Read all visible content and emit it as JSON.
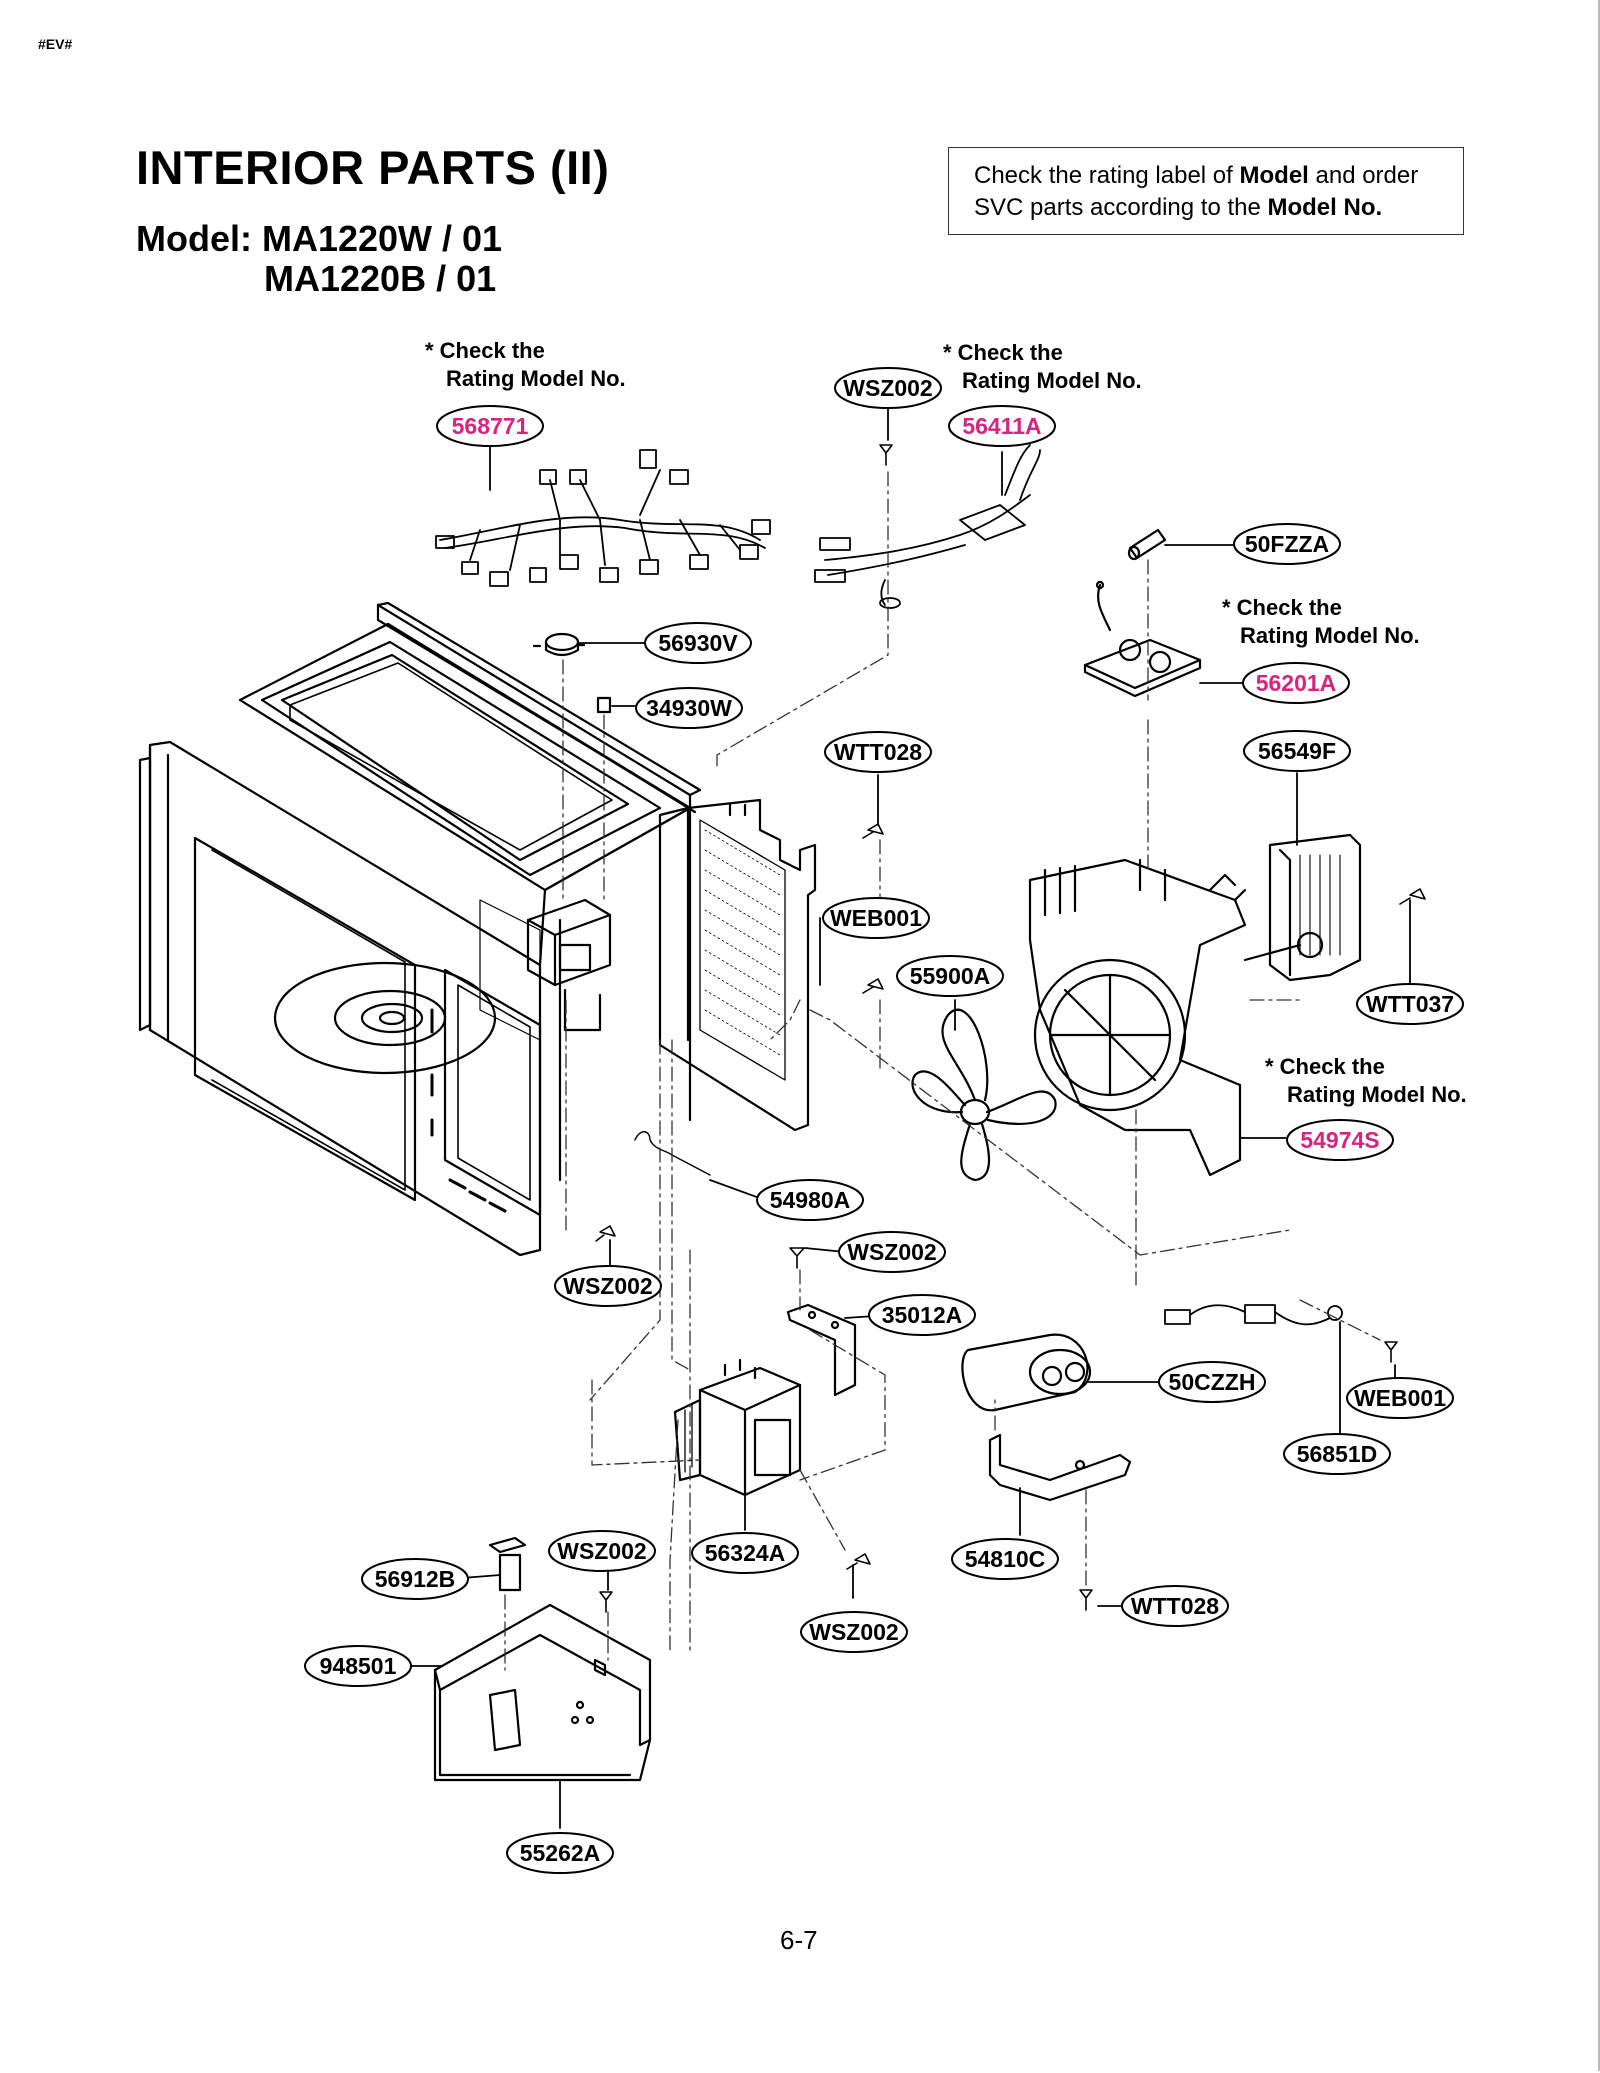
{
  "doc_tag": "#EV#",
  "title": "INTERIOR PARTS (II)",
  "model": {
    "line1": "Model: MA1220W / 01",
    "line2": "MA1220B / 01"
  },
  "note": {
    "part1": "Check the rating label of ",
    "bold1": "Model",
    "part2": " and order",
    "part3": "SVC parts according to the ",
    "bold2": "Model No."
  },
  "callouts": {
    "line1": "* Check the",
    "line2": "Rating Model No."
  },
  "parts": [
    {
      "id": "p-568771",
      "label": "568771",
      "highlight": true
    },
    {
      "id": "p-WSZ002-top",
      "label": "WSZ002",
      "highlight": false
    },
    {
      "id": "p-56411A",
      "label": "56411A",
      "highlight": true
    },
    {
      "id": "p-50FZZA",
      "label": "50FZZA",
      "highlight": false
    },
    {
      "id": "p-56930V",
      "label": "56930V",
      "highlight": false
    },
    {
      "id": "p-34930W",
      "label": "34930W",
      "highlight": false
    },
    {
      "id": "p-56201A",
      "label": "56201A",
      "highlight": true
    },
    {
      "id": "p-WTT028-a",
      "label": "WTT028",
      "highlight": false
    },
    {
      "id": "p-56549F",
      "label": "56549F",
      "highlight": false
    },
    {
      "id": "p-WEB001-a",
      "label": "WEB001",
      "highlight": false
    },
    {
      "id": "p-55900A",
      "label": "55900A",
      "highlight": false
    },
    {
      "id": "p-WTT037",
      "label": "WTT037",
      "highlight": false
    },
    {
      "id": "p-54974S",
      "label": "54974S",
      "highlight": true
    },
    {
      "id": "p-54980A",
      "label": "54980A",
      "highlight": false
    },
    {
      "id": "p-WSZ002-b",
      "label": "WSZ002",
      "highlight": false
    },
    {
      "id": "p-WSZ002-c",
      "label": "WSZ002",
      "highlight": false
    },
    {
      "id": "p-35012A",
      "label": "35012A",
      "highlight": false
    },
    {
      "id": "p-50CZZH",
      "label": "50CZZH",
      "highlight": false
    },
    {
      "id": "p-WEB001-b",
      "label": "WEB001",
      "highlight": false
    },
    {
      "id": "p-56851D",
      "label": "56851D",
      "highlight": false
    },
    {
      "id": "p-56912B",
      "label": "56912B",
      "highlight": false
    },
    {
      "id": "p-WSZ002-d",
      "label": "WSZ002",
      "highlight": false
    },
    {
      "id": "p-56324A",
      "label": "56324A",
      "highlight": false
    },
    {
      "id": "p-54810C",
      "label": "54810C",
      "highlight": false
    },
    {
      "id": "p-948501",
      "label": "948501",
      "highlight": false
    },
    {
      "id": "p-WSZ002-e",
      "label": "WSZ002",
      "highlight": false
    },
    {
      "id": "p-WTT028-b",
      "label": "WTT028",
      "highlight": false
    },
    {
      "id": "p-55262A",
      "label": "55262A",
      "highlight": false
    }
  ],
  "colors": {
    "highlight": "#d6247f",
    "ink": "#000000",
    "dashed": "#333333"
  },
  "page_number": "6-7"
}
